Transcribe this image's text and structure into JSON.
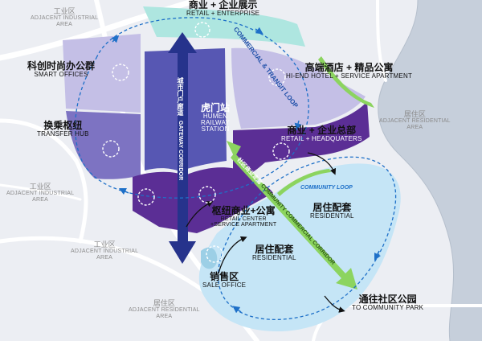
{
  "labels": {
    "retail_enterprise": {
      "cn": "商业 + 企业展示",
      "en": "RETAIL + ENTERPRISE"
    },
    "smart_offices": {
      "cn": "科创时尚办公群",
      "en": "SMART OFFICES"
    },
    "transfer_hub": {
      "cn": "换乘枢纽",
      "en": "TRANSFER HUB"
    },
    "hotel_apartment": {
      "cn": "高端酒店 + 精品公寓",
      "en": "HI-END HOTEL + SERVICE APARTMENT"
    },
    "railway_station": {
      "cn": "虎门站",
      "en1": "HUMEN",
      "en2": "RAILWAY",
      "en3": "STATION"
    },
    "retail_hq": {
      "cn": "商业 + 企业总部",
      "en": "RETAIL + HEADQUATERS"
    },
    "retail_center": {
      "cn": "枢纽商业+公寓",
      "en1": "RETAIL CENTER",
      "en2": "+SERVICE APARTMENT"
    },
    "residential_1": {
      "cn": "居住配套",
      "en": "RESIDENTIAL"
    },
    "residential_2": {
      "cn": "居住配套",
      "en": "RESIDENTIAL"
    },
    "sale_office": {
      "cn": "销售区",
      "en": "SALE OFFICE"
    },
    "community_park": {
      "cn": "通往社区公园",
      "en": "TO COMMUNITY PARK"
    },
    "community_loop": "COMMUNITY LOOP",
    "commercial_transit_loop": "COMMERCIAL & TRANSIT LOOP",
    "community_corridor": {
      "cn": "社区商业走廊",
      "en": "COMMUNITY COMMERCIAL CORRIDOR"
    },
    "gateway_corridor": {
      "cn": "城市门户廊道",
      "en": "GATEWAY CORRIDOR"
    },
    "industrial_top": {
      "cn": "工业区",
      "en1": "ADJACENT INDUSTRIAL",
      "en2": "AREA"
    },
    "industrial_left": {
      "cn": "工业区",
      "en1": "ADJACENT INDUSTRIAL",
      "en2": "AREA"
    },
    "industrial_bottom": {
      "cn": "工业区",
      "en1": "ADJACENT INDUSTRIAL",
      "en2": "AREA"
    },
    "residential_right": {
      "cn": "居住区",
      "en1": "ADJACENT RESIDENTIAL",
      "en2": "AREA"
    },
    "residential_bottom": {
      "cn": "居住区",
      "en1": "ADJACENT RESIDENTIAL",
      "en2": "AREA"
    }
  },
  "colors": {
    "background": "#eceef3",
    "water": "#c6cfdb",
    "light_violet": "#c4bfe6",
    "mid_violet": "#7d73c2",
    "deep_purple": "#5b2e95",
    "station_blue": "#5757b3",
    "teal": "#aee6e0",
    "light_blue": "#c5e5f6",
    "green": "#8cd45f",
    "corridor_blue": "#26338c",
    "loop_blue": "#1e70c8"
  }
}
